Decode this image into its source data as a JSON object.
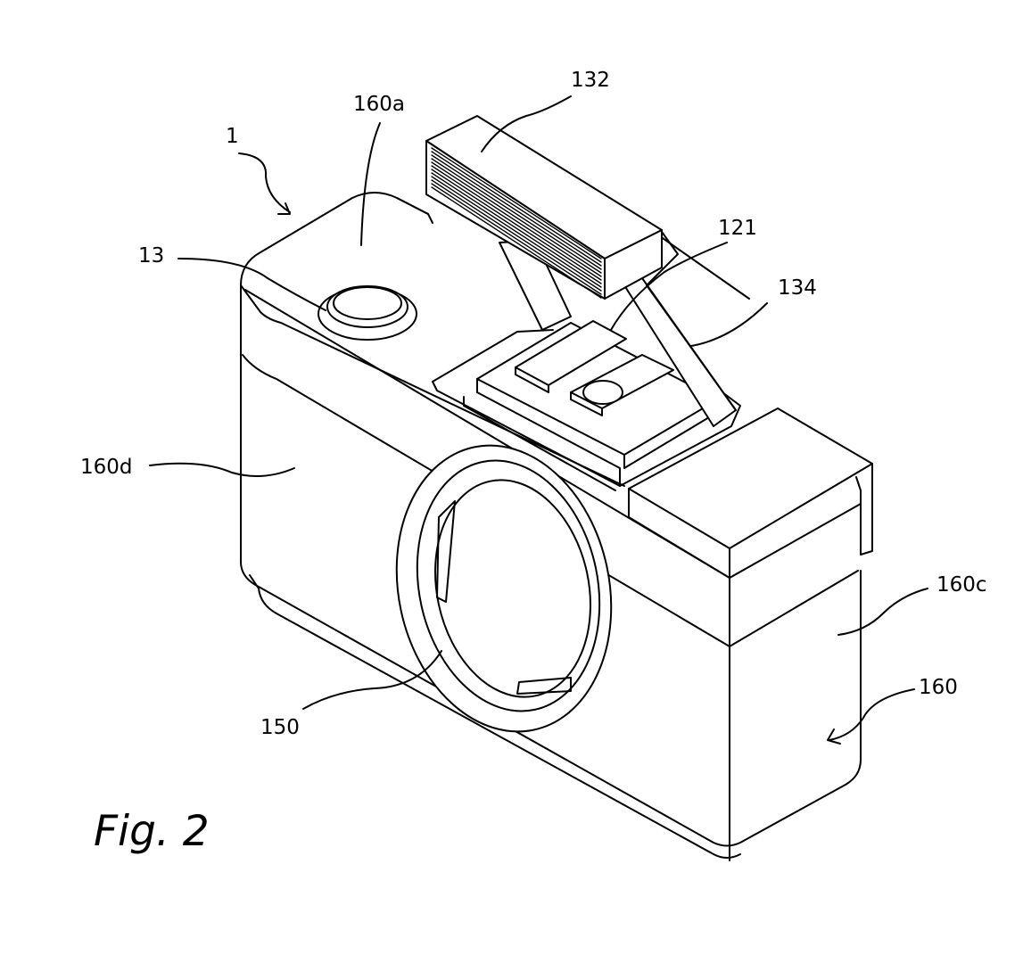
{
  "caption": "Fig. 2",
  "labels": {
    "camera": "1",
    "top_surface": "160a",
    "shutter_button": "13",
    "flash_head": "132",
    "hot_shoe": "121",
    "flash_arm": "134",
    "front_face": "160d",
    "side_face": "160c",
    "body": "160",
    "lens_mount": "150"
  }
}
